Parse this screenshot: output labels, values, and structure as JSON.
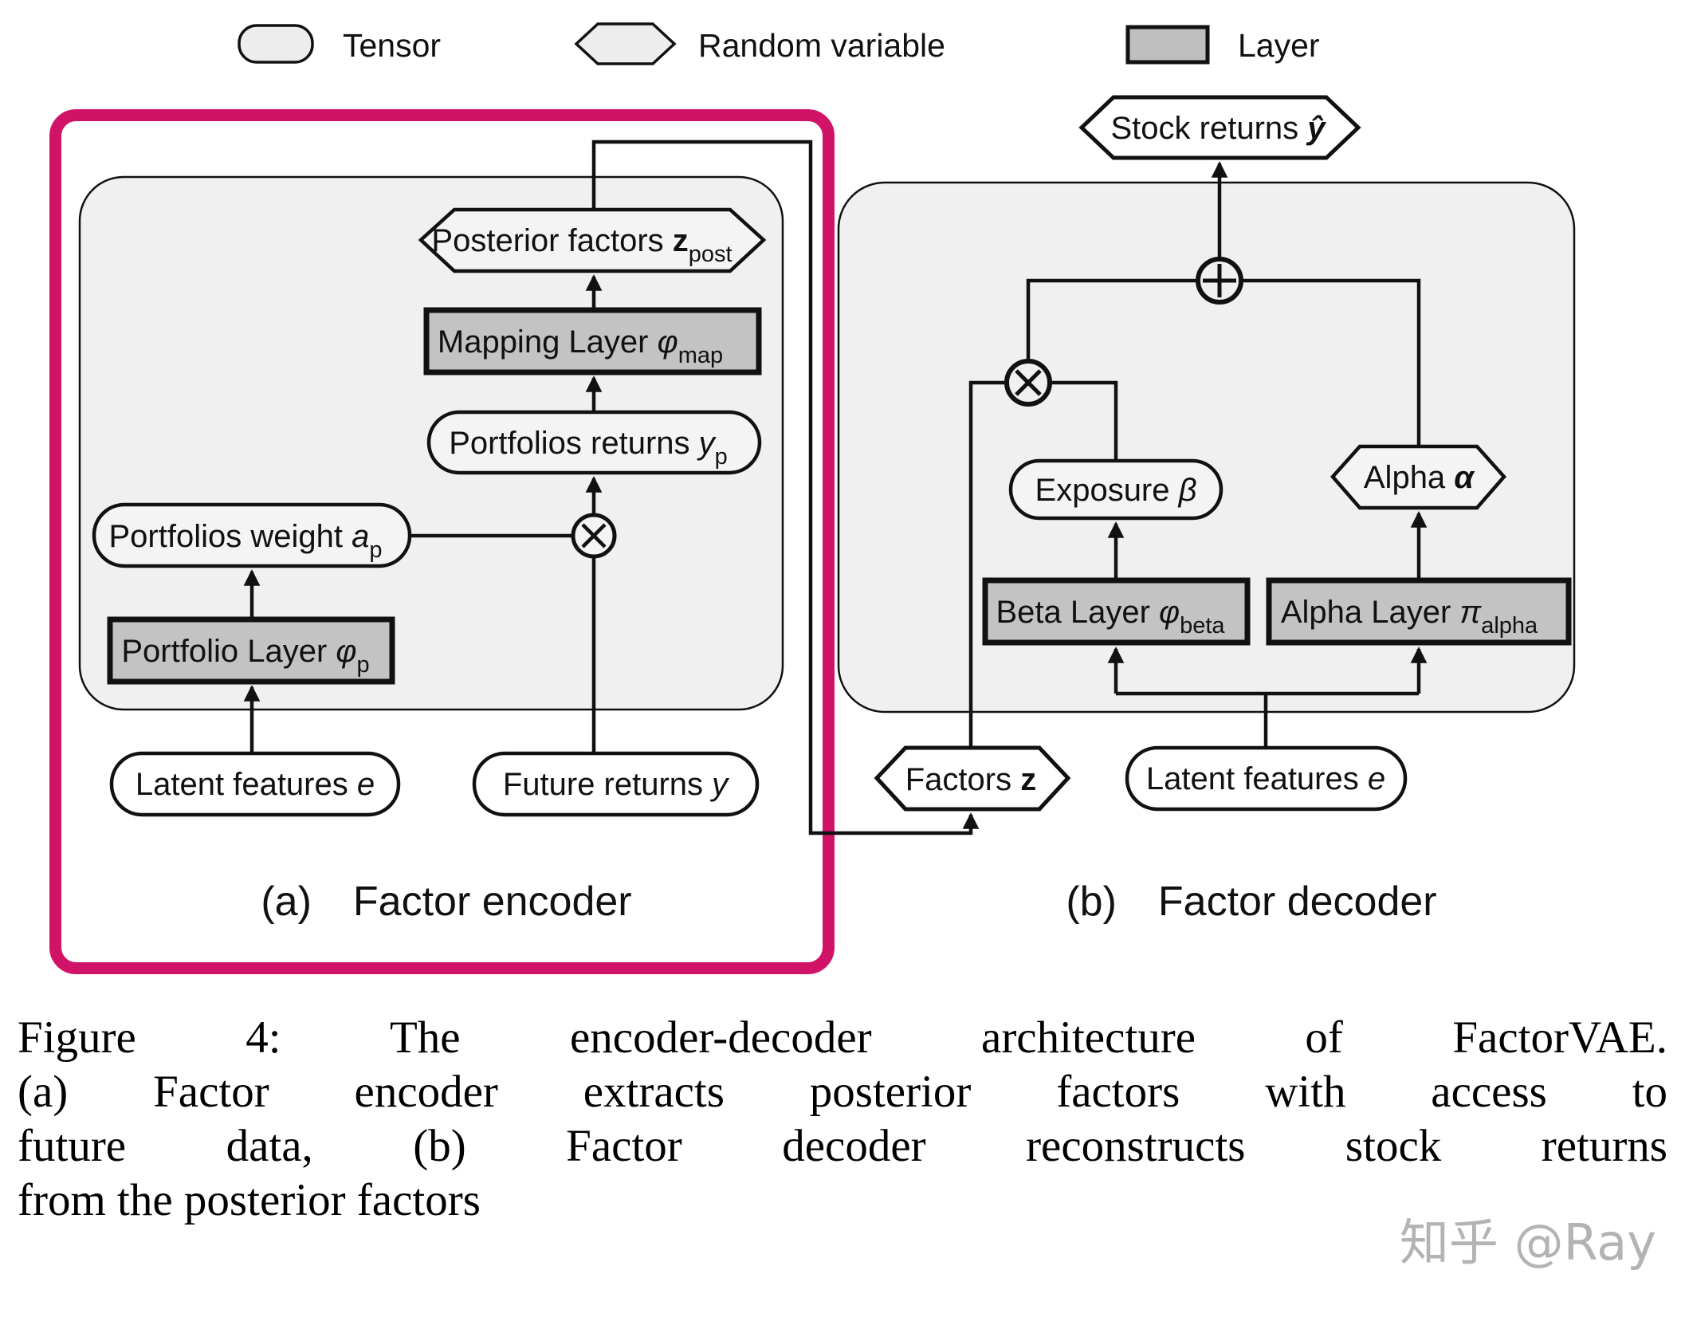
{
  "legend": {
    "items": [
      {
        "shape": "tensor",
        "label": "Tensor"
      },
      {
        "shape": "random-variable",
        "label": "Random variable"
      },
      {
        "shape": "layer",
        "label": "Layer"
      }
    ]
  },
  "encoder": {
    "caption": "(a) Factor encoder",
    "nodes": {
      "posterior_factors": {
        "text": "Posterior factors ",
        "var": "z",
        "sub": "post"
      },
      "mapping_layer": {
        "text": "Mapping Layer ",
        "var": "φ",
        "sub": "map"
      },
      "portfolios_returns": {
        "text": "Portfolios returns ",
        "var": "y",
        "sub": "p"
      },
      "portfolios_weight": {
        "text": "Portfolios weight ",
        "var": "a",
        "sub": "p"
      },
      "portfolio_layer": {
        "text": "Portfolio Layer ",
        "var": "φ",
        "sub": "p"
      },
      "latent_features": {
        "text": "Latent features ",
        "var": "e",
        "sub": ""
      },
      "future_returns": {
        "text": "Future returns ",
        "var": "y",
        "sub": ""
      }
    }
  },
  "decoder": {
    "caption": "(b) Factor decoder",
    "nodes": {
      "stock_returns": {
        "text": "Stock returns ",
        "var": "ŷ",
        "sub": ""
      },
      "exposure": {
        "text": "Exposure ",
        "var": "β",
        "sub": ""
      },
      "alpha": {
        "text": "Alpha ",
        "var": "α",
        "sub": ""
      },
      "beta_layer": {
        "text": "Beta Layer ",
        "var": "φ",
        "sub": "beta"
      },
      "alpha_layer": {
        "text": "Alpha Layer ",
        "var": "π",
        "sub": "alpha"
      },
      "factors": {
        "text": "Factors ",
        "var": "z",
        "sub": ""
      },
      "latent_features": {
        "text": "Latent features ",
        "var": "e",
        "sub": ""
      }
    }
  },
  "figure_caption": {
    "lines": [
      "Figure 4: The encoder-decoder architecture of FactorVAE.",
      "(a) Factor encoder extracts posterior factors with access to",
      "future data, (b) Factor decoder reconstructs stock returns",
      "from the posterior factors"
    ]
  },
  "watermark": "知乎 @Ray",
  "colors": {
    "magenta_frame": "#d11368",
    "container_fill": "#f0f0f0",
    "layer_fill": "#c3c3c3",
    "node_fill_inside": "#f4f4f4",
    "node_fill_outside": "#ffffff",
    "line": "#111111",
    "watermark": "#b3b3b3"
  }
}
